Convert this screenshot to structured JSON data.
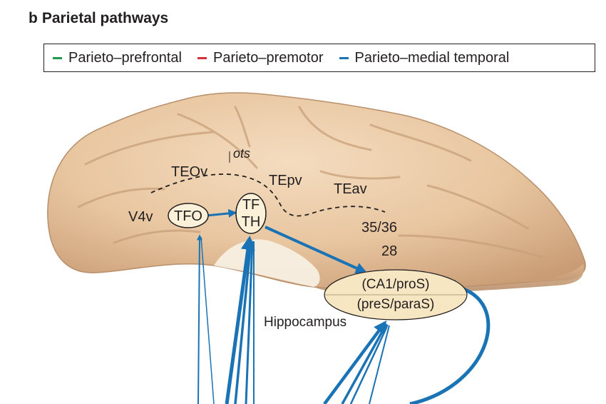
{
  "title": {
    "panel": "b",
    "text": "Parietal pathways"
  },
  "legend": [
    {
      "label": "Parieto–prefrontal",
      "color": "#1a9a4a"
    },
    {
      "label": "Parieto–premotor",
      "color": "#d62f3a"
    },
    {
      "label": "Parieto–medial temporal",
      "color": "#1a73b4"
    }
  ],
  "labels": {
    "ots": "ots",
    "teov": "TEOv",
    "tepv": "TEpv",
    "teav": "TEav",
    "v4v": "V4v",
    "tfo": "TFO",
    "tf": "TF",
    "th": "TH",
    "ba3536": "35/36",
    "ba28": "28",
    "ca1": "(CA1/proS)",
    "pres": "(preS/paraS)",
    "hippocampus": "Hippocampus"
  },
  "colors": {
    "pathway": "#1a73b4",
    "brain": "#e9c8a4",
    "node_fill": "#fbf1d9",
    "hippo_fill": "#f6e6c2"
  }
}
